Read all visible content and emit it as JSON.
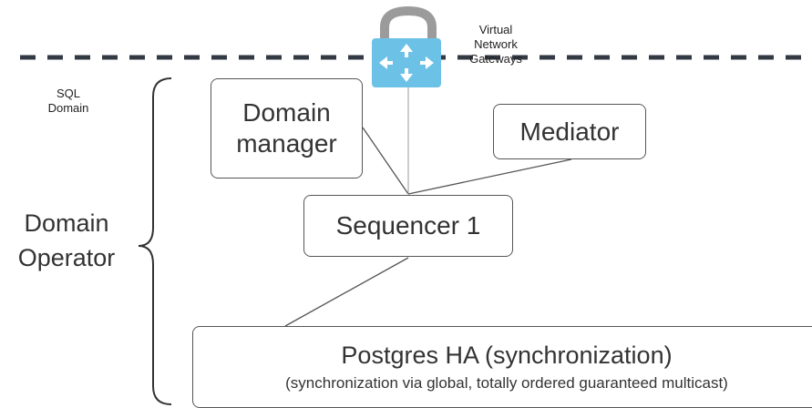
{
  "labels": {
    "sql_domain": "SQL\nDomain",
    "domain_operator": "Domain\nOperator",
    "virtual_network_gateways": "Virtual\nNetwork\nGateways"
  },
  "nodes": {
    "domain_manager": "Domain\nmanager",
    "mediator": "Mediator",
    "sequencer": "Sequencer 1",
    "postgres_title": "Postgres HA (synchronization)",
    "postgres_subtitle": "(synchronization via global, totally ordered guaranteed multicast)"
  },
  "colors": {
    "line": "#555555",
    "dashed_boundary": "#333a44",
    "gateway_fill": "#6cc2e6",
    "lock_shackle": "#9b9b9b"
  },
  "icons": {
    "gateway": "virtual-network-gateway-icon"
  }
}
